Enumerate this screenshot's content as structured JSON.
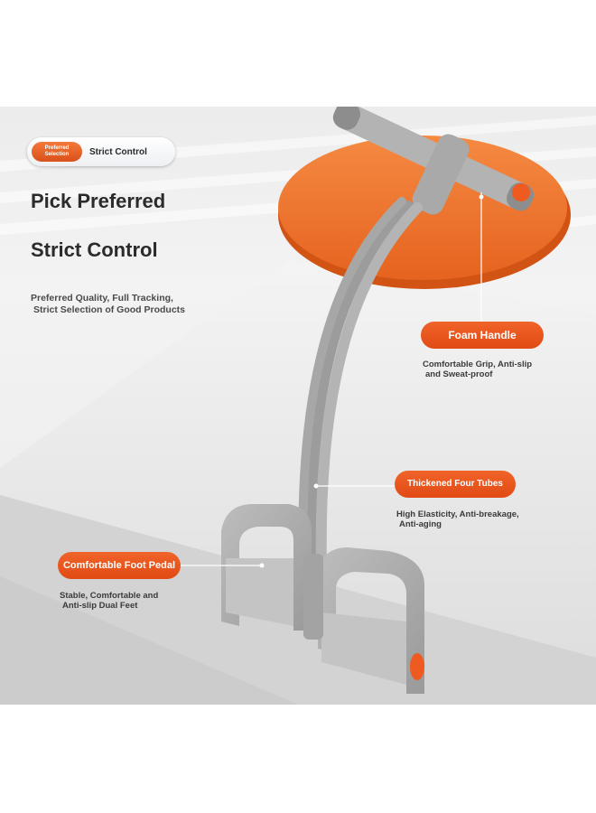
{
  "badge": {
    "pill_line1": "Preferred",
    "pill_line2": "Selection",
    "label": "Strict Control"
  },
  "headline": {
    "line1": "Pick Preferred",
    "line2": "Strict Control"
  },
  "subtext": {
    "line1": "Preferred Quality, Full Tracking,",
    "line2": "Strict Selection of Good Products"
  },
  "features": [
    {
      "title": "Foam Handle",
      "desc_line1": "Comfortable Grip, Anti-slip",
      "desc_line2": "and Sweat-proof"
    },
    {
      "title": "Thickened Four Tubes",
      "desc_line1": "High Elasticity, Anti-breakage,",
      "desc_line2": "Anti-aging"
    },
    {
      "title": "Comfortable Foot Pedal",
      "desc_line1": "Stable, Comfortable and",
      "desc_line2": "Anti-slip Dual Feet"
    }
  ],
  "colors": {
    "accent": "#ee5a20",
    "disc": "#ef7a30",
    "tube": "#a8a8a8",
    "text": "#2b2b2b"
  }
}
